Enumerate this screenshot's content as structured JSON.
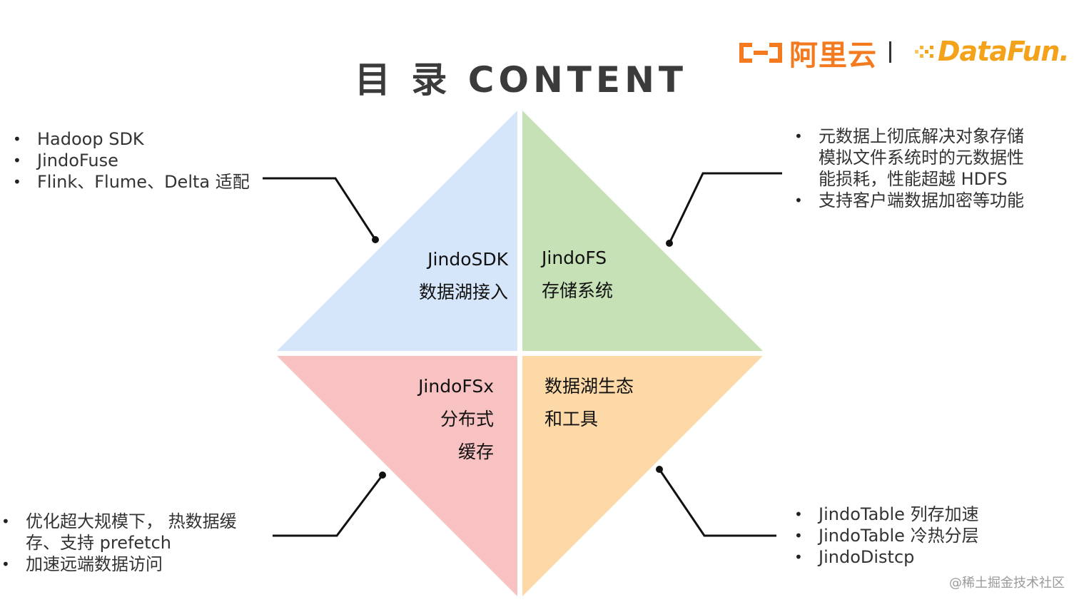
{
  "title": "目 录 CONTENT",
  "logos": {
    "alibaba_cloud": "阿里云",
    "separator": "|",
    "datafun": "DataFun."
  },
  "quadrants": {
    "top_left": {
      "lines": [
        "JindoSDK",
        "数据湖接入"
      ],
      "color": "#d6e6fa"
    },
    "top_right": {
      "lines": [
        "JindoFS",
        "存储系统"
      ],
      "color": "#c6e1b6"
    },
    "bottom_left": {
      "lines": [
        "JindoFSx",
        "分布式",
        "缓存"
      ],
      "color": "#f8c1c2"
    },
    "bottom_right": {
      "lines": [
        "数据湖生态",
        "和工具"
      ],
      "color": "#fcd9a6"
    }
  },
  "notes": {
    "top_left": [
      "Hadoop SDK",
      "JindoFuse",
      "Flink、Flume、Delta 适配"
    ],
    "top_right": [
      "元数据上彻底解决对象存储模拟文件系统时的元数据性能损耗，性能超越 HDFS",
      "支持客户端数据加密等功能"
    ],
    "bottom_left": [
      "优化超大规模下， 热数据缓存、支持 prefetch",
      "加速远端数据访问"
    ],
    "bottom_right": [
      "JindoTable 列存加速",
      "JindoTable 冷热分层",
      "JindoDistcp"
    ]
  },
  "watermark": "@稀土掘金技术社区",
  "colors": {
    "accent_orange": "#f47a20",
    "datafun_yellow": "#f3a21a",
    "connector": "#111111"
  }
}
